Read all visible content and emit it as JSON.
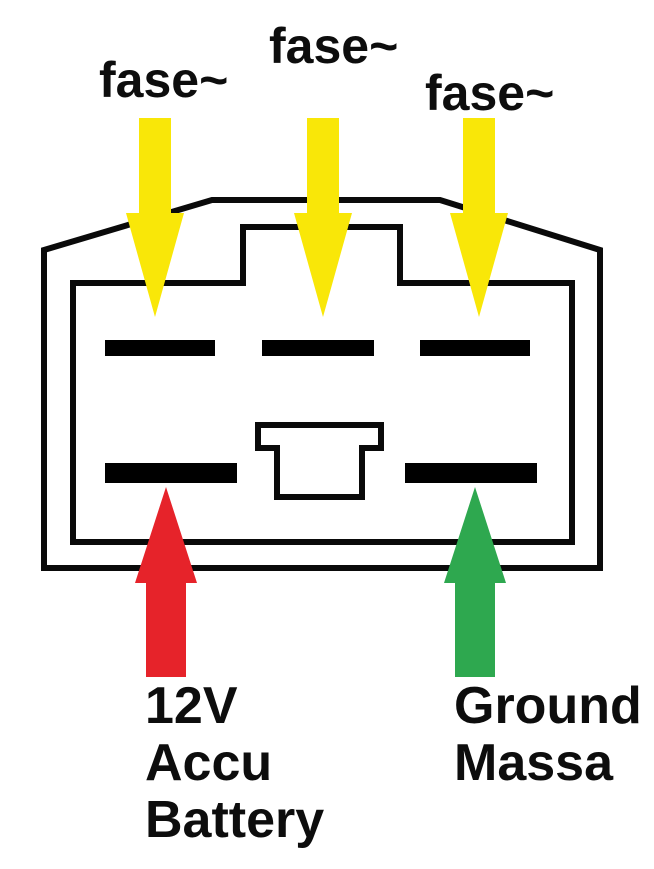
{
  "labels": {
    "phase_left": "fase~",
    "phase_center": "fase~",
    "phase_right": "fase~",
    "battery": {
      "line1": "12V",
      "line2": "Accu",
      "line3": "Battery"
    },
    "ground": {
      "line1": "Ground",
      "line2": "Massa"
    }
  },
  "colors": {
    "phase_arrow": "#F9E708",
    "battery_arrow": "#E6232A",
    "ground_arrow": "#2EA84F",
    "outline": "#0A0A0A",
    "pin": "#000000",
    "background": "#FFFFFF"
  },
  "connector": {
    "pin_count": 5,
    "top_pin_count": 3,
    "bottom_pin_count": 2
  }
}
